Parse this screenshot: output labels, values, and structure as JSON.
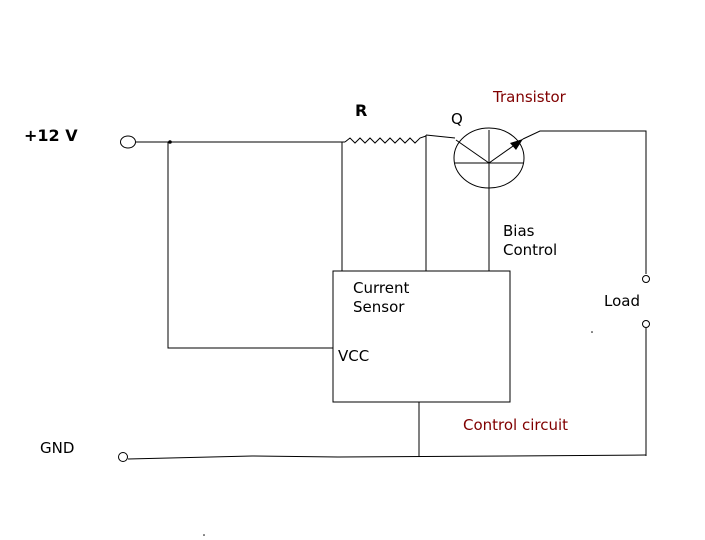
{
  "labels": {
    "supply": "+12 V",
    "ground": "GND",
    "resistor": "R",
    "transistor_ref": "Q",
    "transistor": "Transistor",
    "bias_line1": "Bias",
    "bias_line2": "Control",
    "sensor_line1": "Current",
    "sensor_line2": "Sensor",
    "vcc": "VCC",
    "load": "Load",
    "control_circuit": "Control circuit"
  },
  "colors": {
    "wire": "#000000",
    "accent_text": "#800000",
    "background": "#ffffff"
  }
}
